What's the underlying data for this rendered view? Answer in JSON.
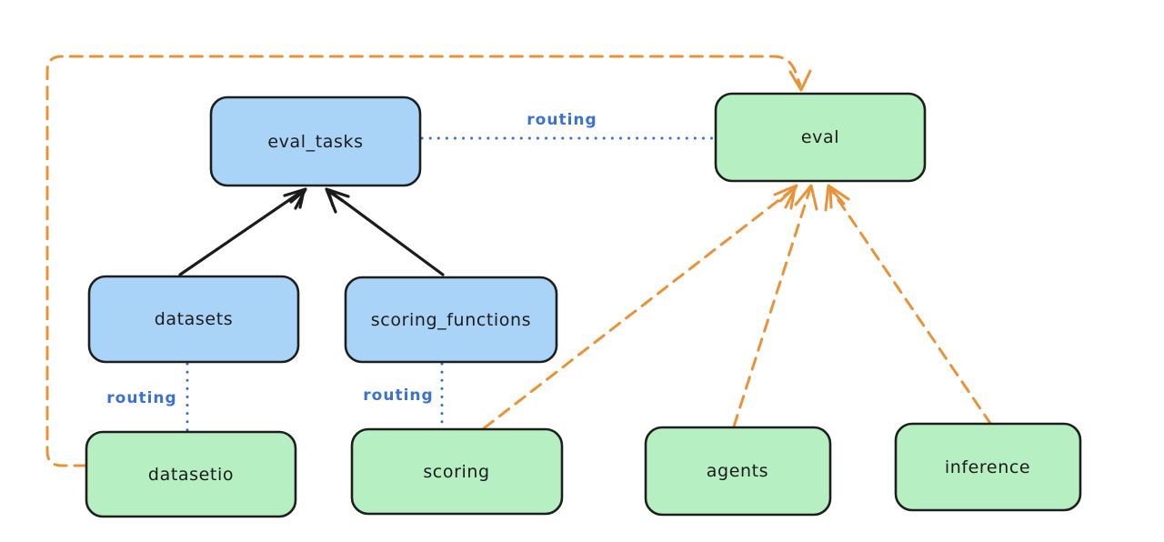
{
  "diagram": {
    "background_color": "#ffffff",
    "colors": {
      "node_blue_fill": "#a9d4f7",
      "node_green_fill": "#b6efc1",
      "node_stroke": "#1e1e1e",
      "routing_label_blue": "#3b72d0",
      "solid_arrow_black": "#1b1b1b",
      "dashed_arrow_orange": "#e99339"
    },
    "nodes": [
      {
        "id": "eval_tasks",
        "label": "eval_tasks",
        "color": "blue"
      },
      {
        "id": "eval",
        "label": "eval",
        "color": "green"
      },
      {
        "id": "datasets",
        "label": "datasets",
        "color": "blue"
      },
      {
        "id": "scoring_functions",
        "label": "scoring_functions",
        "color": "blue"
      },
      {
        "id": "datasetio",
        "label": "datasetio",
        "color": "green"
      },
      {
        "id": "scoring",
        "label": "scoring",
        "color": "green"
      },
      {
        "id": "agents",
        "label": "agents",
        "color": "green"
      },
      {
        "id": "inference",
        "label": "inference",
        "color": "green"
      }
    ],
    "edges": [
      {
        "from": "eval_tasks",
        "to": "eval",
        "style": "dotted-blue",
        "label": "routing"
      },
      {
        "from": "datasets",
        "to": "datasetio",
        "style": "dotted-blue",
        "label": "routing"
      },
      {
        "from": "scoring_functions",
        "to": "scoring",
        "style": "dotted-blue",
        "label": "routing"
      },
      {
        "from": "datasets",
        "to": "eval_tasks",
        "style": "solid-black-arrow",
        "label": ""
      },
      {
        "from": "scoring_functions",
        "to": "eval_tasks",
        "style": "solid-black-arrow",
        "label": ""
      },
      {
        "from": "scoring",
        "to": "eval",
        "style": "dashed-orange-arrow",
        "label": ""
      },
      {
        "from": "agents",
        "to": "eval",
        "style": "dashed-orange-arrow",
        "label": ""
      },
      {
        "from": "inference",
        "to": "eval",
        "style": "dashed-orange-arrow",
        "label": ""
      },
      {
        "from": "datasetio",
        "to": "eval",
        "style": "dashed-orange-arrow",
        "label": "",
        "route": "left-and-over-top-loop"
      }
    ]
  }
}
